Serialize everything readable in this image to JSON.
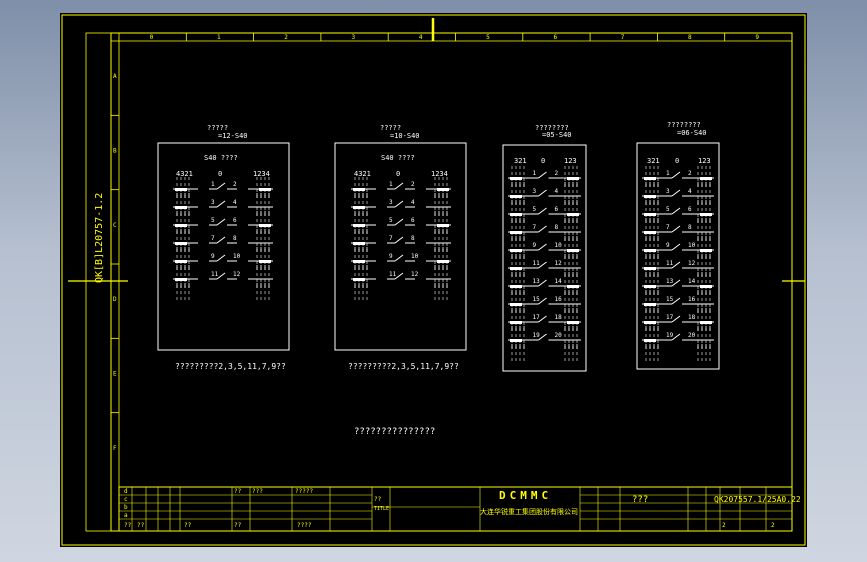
{
  "colors": {
    "frame": "#ffff00",
    "ink": "#ffffff",
    "paper": "#000000",
    "backdrop": "#b9c3d3"
  },
  "columns": [
    "0",
    "1",
    "2",
    "3",
    "4",
    "5",
    "6",
    "7",
    "8",
    "9"
  ],
  "rows": [
    "A",
    "B",
    "C",
    "D",
    "E",
    "F"
  ],
  "side_label": "QK[B]L20757-1.2",
  "switches": [
    {
      "title": "?????",
      "code": "=12-S40",
      "inner": "S40 ????",
      "left_num": "4321",
      "right_num": "1234",
      "zero": "0"
    },
    {
      "title": "?????",
      "code": "=10-S40",
      "inner": "S40 ????",
      "left_num": "4321",
      "right_num": "1234",
      "zero": "0"
    },
    {
      "title": "????????",
      "code": "=05-S40",
      "left_num": "321",
      "right_num": "123",
      "zero": "0"
    },
    {
      "title": "????????",
      "code": "=06-S40",
      "left_num": "321",
      "right_num": "123",
      "zero": "0"
    }
  ],
  "notes": [
    "?????????2,3,5,11,7,9??",
    "?????????2,3,5,11,7,9??"
  ],
  "center_note": "???????????????",
  "title_block": {
    "company": "DCMMC",
    "company_sub": "大连华锐重工集团股份有限公司",
    "name_field": "???",
    "drawing_no": "QK207557.1/25A0.22",
    "title_label": "TITLE",
    "material_text": "??",
    "left_labels": [
      "d",
      "c",
      "b",
      "a",
      "??"
    ],
    "col_labels": [
      "??",
      "???",
      "?????",
      "????",
      "??",
      "??",
      "??"
    ],
    "scale_cells": [
      "?",
      "?",
      "?"
    ],
    "sheet_vals": [
      "2",
      "2"
    ]
  }
}
